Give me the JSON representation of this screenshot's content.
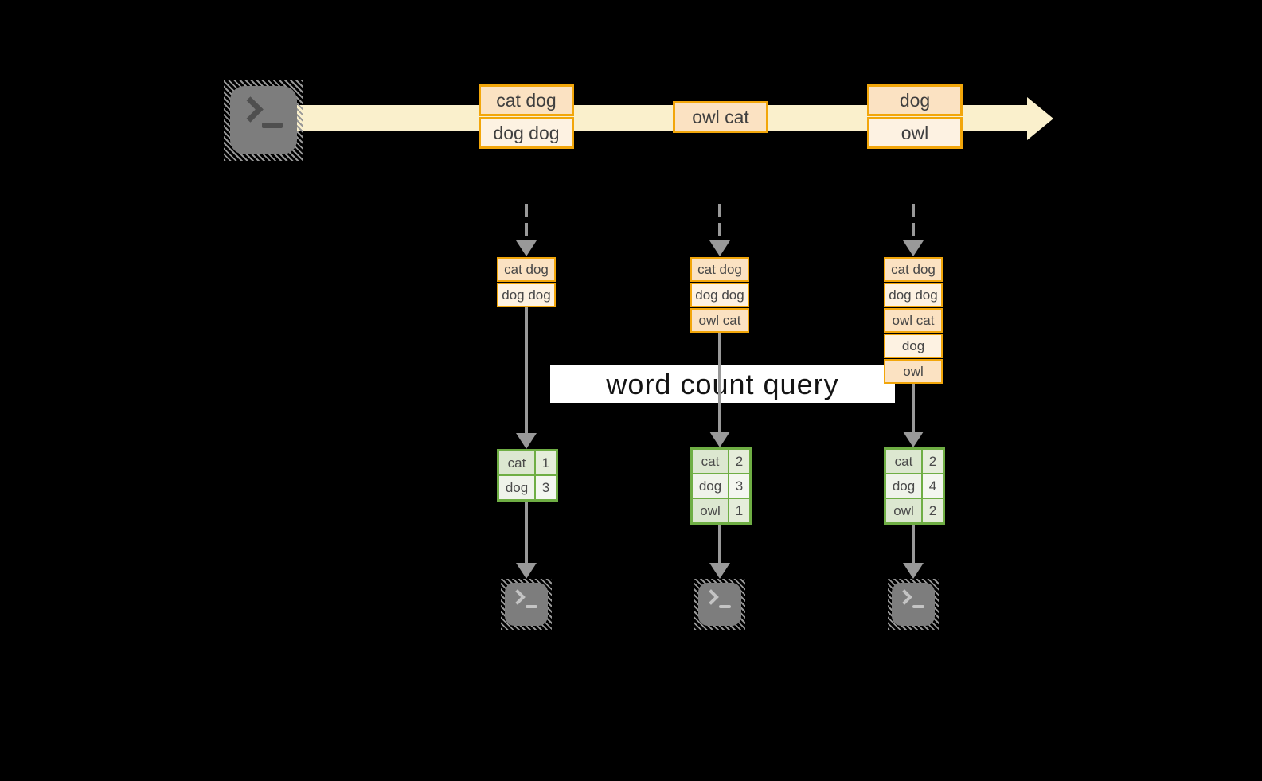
{
  "colors": {
    "gold": "#f2a60a",
    "peach": "#fbe2c2",
    "cream": "#fdf2e2",
    "band": "#faf0cc",
    "green": "#6fae44",
    "arrow": "#999999",
    "terminal": "#7d7d7d",
    "banner": "#ffffff"
  },
  "icons": {
    "source": "terminal-prompt-icon",
    "output": "terminal-prompt-icon",
    "stream_arrow": "right-arrow-band",
    "flow_arrow": "down-arrow"
  },
  "query": {
    "label": "word count query"
  },
  "stream": {
    "batches": [
      {
        "lines": [
          "cat dog",
          "dog dog"
        ]
      },
      {
        "lines": [
          "owl cat"
        ]
      },
      {
        "lines": [
          "dog",
          "owl"
        ]
      }
    ]
  },
  "columns": [
    {
      "buffer": [
        "cat dog",
        "dog dog"
      ],
      "counts": [
        [
          "cat",
          "1"
        ],
        [
          "dog",
          "3"
        ]
      ]
    },
    {
      "buffer": [
        "cat dog",
        "dog dog",
        "owl cat"
      ],
      "counts": [
        [
          "cat",
          "2"
        ],
        [
          "dog",
          "3"
        ],
        [
          "owl",
          "1"
        ]
      ]
    },
    {
      "buffer": [
        "cat dog",
        "dog dog",
        "owl cat",
        "dog",
        "owl"
      ],
      "counts": [
        [
          "cat",
          "2"
        ],
        [
          "dog",
          "4"
        ],
        [
          "owl",
          "2"
        ]
      ]
    }
  ]
}
